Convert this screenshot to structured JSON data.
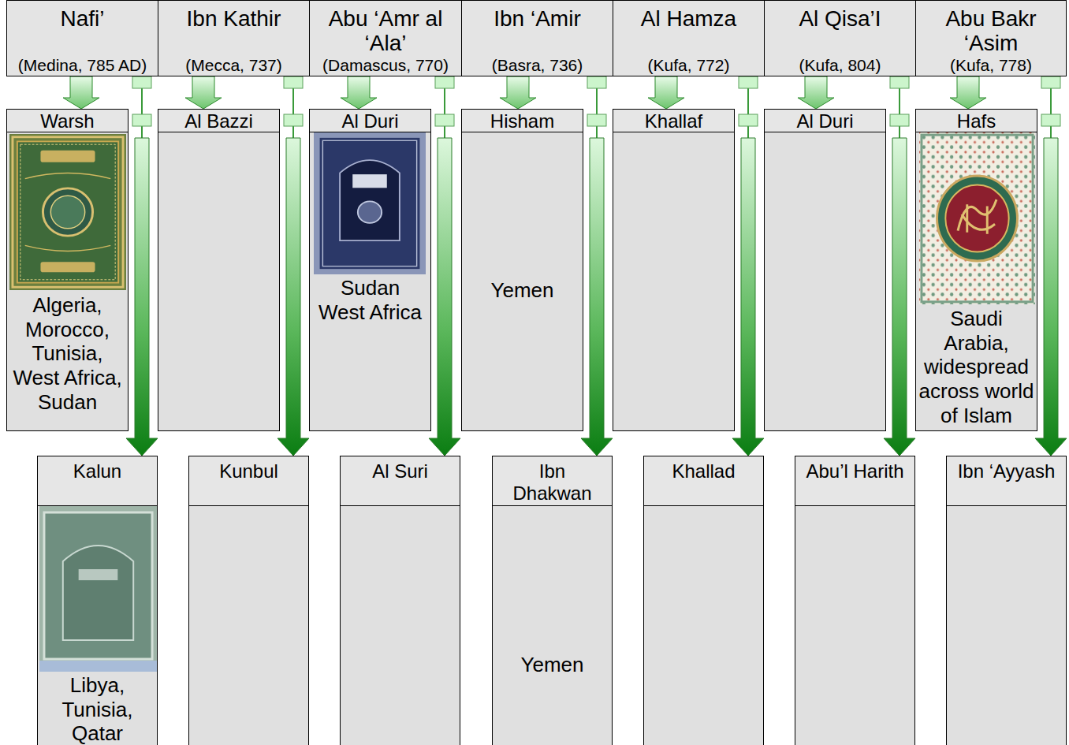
{
  "diagram": {
    "nodes": [
      {
        "text": [
          "Nafi’",
          "(Medina, 785 AD)"
        ]
      },
      {
        "text": [
          "Ibn Kathir",
          "(Mecca, 737)"
        ]
      },
      {
        "text": [
          "Abu ‘Amr al ‘Ala’",
          "(Damascus, 770)"
        ]
      },
      {
        "text": [
          "Ibn ‘Amir",
          "(Basra, 736)"
        ]
      },
      {
        "text": [
          "Al Hamza",
          "(Kufa, 772)"
        ]
      },
      {
        "text": [
          "Al Qisa’I",
          "(Kufa, 804)"
        ]
      },
      {
        "text": [
          "Abu Bakr ‘Asim",
          "(Kufa, 778)"
        ]
      },
      {
        "text": [
          "Warsh",
          "Algeria, Morocco, Tunisia, West Africa, Sudan"
        ]
      },
      {
        "text": [
          "Al Bazzi"
        ]
      },
      {
        "text": [
          "Al Duri",
          "Sudan West Africa"
        ]
      },
      {
        "text": [
          "Hisham",
          "Yemen"
        ]
      },
      {
        "text": [
          "Khallaf"
        ]
      },
      {
        "text": [
          "Al Duri"
        ]
      },
      {
        "text": [
          "Hafs",
          "Saudi Arabia, widespread across world of Islam"
        ]
      },
      {
        "text": [
          "Kalun",
          "Libya, Tunisia, Qatar"
        ]
      },
      {
        "text": [
          "Kunbul"
        ]
      },
      {
        "text": [
          "Al Suri"
        ]
      },
      {
        "text": [
          "Ibn Dhakwan",
          "Yemen"
        ]
      },
      {
        "text": [
          "Khallad"
        ]
      },
      {
        "text": [
          "Abu’l Harith"
        ]
      },
      {
        "text": [
          "Ibn ‘Ayyash"
        ]
      }
    ],
    "edges": [
      {
        "from": 0,
        "to": 7,
        "arrow": "to"
      },
      {
        "from": 0,
        "to": 14,
        "arrow": "to"
      },
      {
        "from": 1,
        "to": 8,
        "arrow": "to"
      },
      {
        "from": 1,
        "to": 15,
        "arrow": "to"
      },
      {
        "from": 2,
        "to": 9,
        "arrow": "to"
      },
      {
        "from": 2,
        "to": 16,
        "arrow": "to"
      },
      {
        "from": 3,
        "to": 10,
        "arrow": "to"
      },
      {
        "from": 3,
        "to": 17,
        "arrow": "to"
      },
      {
        "from": 4,
        "to": 11,
        "arrow": "to"
      },
      {
        "from": 4,
        "to": 18,
        "arrow": "to"
      },
      {
        "from": 5,
        "to": 12,
        "arrow": "to"
      },
      {
        "from": 5,
        "to": 19,
        "arrow": "to"
      },
      {
        "from": 6,
        "to": 13,
        "arrow": "to"
      },
      {
        "from": 6,
        "to": 20,
        "arrow": "to"
      }
    ]
  }
}
